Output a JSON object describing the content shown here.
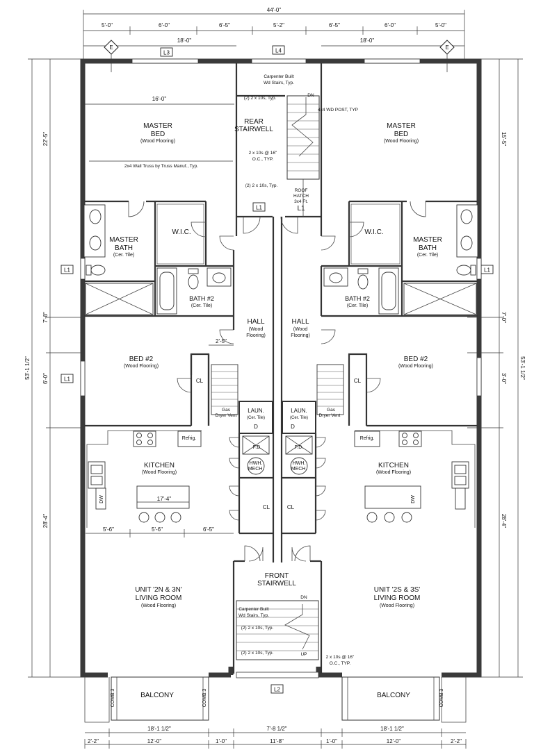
{
  "dims": {
    "overall_top": "44'-0\"",
    "top_segments": [
      "5'-0\"",
      "6'-0\"",
      "6'-5\"",
      "5'-2\"",
      "6'-5\"",
      "6'-0\"",
      "5'-0\""
    ],
    "top_half_left": "18'-0\"",
    "top_half_right": "18'-0\"",
    "left_overall": "53'-1 1/2\"",
    "right_overall": "53'-1 1/2\"",
    "left_segments": [
      "22'-5\"",
      "7'-8\"",
      "6'-0\"",
      "28'-4\""
    ],
    "right_segments": [
      "15'-5\"",
      "7'-0\"",
      "3'-0\"",
      "28'-4\""
    ],
    "master_bed_width": "16'-0\"",
    "hall_width": "2'-5\"",
    "island": "17'-4\"",
    "kitchen_row": [
      "5'-6\"",
      "5'-6\"",
      "6'-5\""
    ],
    "bottom_upper": [
      "18'-1 1/2\"",
      "7'-8 1/2\"",
      "18'-1 1/2\""
    ],
    "bottom_lower": [
      "2'-2\"",
      "12'-0\"",
      "1'-0\"",
      "11'-8\"",
      "1'-0\"",
      "12'-0\"",
      "2'-2\""
    ]
  },
  "tags": {
    "elev": "E",
    "l1": "L1",
    "l2": "L2",
    "l3": "L3",
    "l4": "L4"
  },
  "rooms": {
    "master_bed": "MASTER",
    "master_bed_2": "BED",
    "wood": "(Wood Flooring)",
    "tile": "(Cer. Tile)",
    "rear_stair": "REAR",
    "rear_stair_2": "STAIRWELL",
    "master_bath": "MASTER",
    "master_bath_2": "BATH",
    "wic": "W.I.C.",
    "bath2": "BATH #2",
    "hall": "HALL",
    "hall_sub1": "(Wood",
    "hall_sub2": "Flooring)",
    "bed2": "BED #2",
    "cl": "CL",
    "laun": "LAUN.",
    "kitchen": "KITCHEN",
    "refrig": "Refrig.",
    "dw": "DW",
    "hwh": "HWH.",
    "mech": "MECH.",
    "fd": "F.D.",
    "d": "D",
    "front_stair": "FRONT",
    "front_stair_2": "STAIRWELL",
    "unit_left": "UNIT '2N & 3N'",
    "unit_right": "UNIT '2S & 3S'",
    "living": "LIVING ROOM",
    "balcony": "BALCONY",
    "comb": "COMB.3",
    "roof_hatch": "ROOF",
    "roof_hatch_2": "HATCH",
    "roof_hatch_3": "3x4 Ft."
  },
  "notes": {
    "carpenter": "Carpenter Built",
    "wd_stairs": "Wd Stairs, Typ.",
    "two_2x10": "(2) 2 x 10s, Typ.",
    "joists": "2 x 10s @ 16\"",
    "joists_2": "O.C., TYP.",
    "post": "4x4 WD POST, TYP",
    "truss": "2x4 Wall Truss by Truss Manuf., Typ.",
    "gas": "Gas",
    "dryer_vent": "Dryer Vent",
    "dn": "DN",
    "up": "UP"
  }
}
